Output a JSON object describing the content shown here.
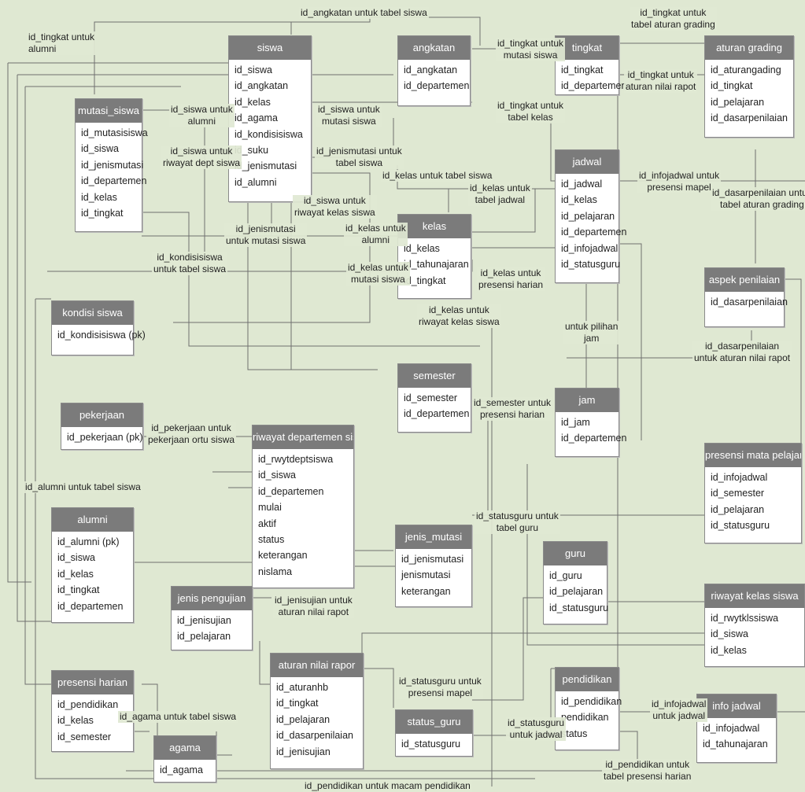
{
  "entities": {
    "siswa": {
      "title": "siswa",
      "fields": [
        "id_siswa",
        "id_angkatan",
        "id_kelas",
        "id_agama",
        "id_kondisisiswa",
        "id_suku",
        "id_jenismutasi",
        "id_alumni"
      ]
    },
    "angkatan": {
      "title": "angkatan",
      "fields": [
        "id_angkatan",
        "id_departemen"
      ]
    },
    "tingkat": {
      "title": "tingkat",
      "fields": [
        "id_tingkat",
        "id_departemen"
      ]
    },
    "aturan_grading": {
      "title": "aturan grading",
      "fields": [
        "id_aturangading",
        "id_tingkat",
        "id_pelajaran",
        "id_dasarpenilaian"
      ]
    },
    "mutasi_siswa": {
      "title": "mutasi_siswa",
      "fields": [
        "id_mutasisiswa",
        "id_siswa",
        "id_jenismutasi",
        "id_departemen",
        "id_kelas",
        "id_tingkat"
      ]
    },
    "jadwal": {
      "title": "jadwal",
      "fields": [
        "id_jadwal",
        "id_kelas",
        "id_pelajaran",
        "id_departemen",
        "id_infojadwal",
        "id_statusguru"
      ]
    },
    "kelas": {
      "title": "kelas",
      "fields": [
        "id_kelas",
        "id_tahunajaran",
        "id_tingkat"
      ]
    },
    "aspek_penilaian": {
      "title": "aspek penilaian",
      "fields": [
        "id_dasarpenilaian"
      ]
    },
    "kondisi_siswa": {
      "title": "kondisi siswa",
      "fields": [
        "id_kondisisiswa (pk)"
      ]
    },
    "semester": {
      "title": "semester",
      "fields": [
        "id_semester",
        "id_departemen"
      ]
    },
    "jam": {
      "title": "jam",
      "fields": [
        "id_jam",
        "id_departemen"
      ]
    },
    "pekerjaan": {
      "title": "pekerjaan",
      "fields": [
        "id_pekerjaan (pk)"
      ]
    },
    "riwayat_departemen_siswa": {
      "title": "riwayat departemen siswa",
      "fields": [
        "id_rwytdeptsiswa",
        "id_siswa",
        "id_departemen",
        "mulai",
        "aktif",
        "status",
        "keterangan",
        "nislama"
      ]
    },
    "presensi_mata_pelajaran": {
      "title": "presensi mata pelajaran",
      "fields": [
        "id_infojadwal",
        "id_semester",
        "id_pelajaran",
        "id_statusguru"
      ]
    },
    "alumni": {
      "title": "alumni",
      "fields": [
        "id_alumni (pk)",
        "id_siswa",
        "id_kelas",
        "id_tingkat",
        "id_departemen"
      ]
    },
    "jenis_mutasi": {
      "title": "jenis_mutasi",
      "fields": [
        "id_jenismutasi",
        "jenismutasi",
        "keterangan"
      ]
    },
    "guru": {
      "title": "guru",
      "fields": [
        "id_guru",
        "id_pelajaran",
        "id_statusguru"
      ]
    },
    "jenis_pengujian": {
      "title": "jenis pengujian",
      "fields": [
        "id_jenisujian",
        "id_pelajaran"
      ]
    },
    "riwayat_kelas_siswa": {
      "title": "riwayat kelas siswa",
      "fields": [
        "id_rwytklssiswa",
        "id_siswa",
        "id_kelas"
      ]
    },
    "aturan_nilai_rapor": {
      "title": "aturan nilai rapor",
      "fields": [
        "id_aturanhb",
        "id_tingkat",
        "id_pelajaran",
        "id_dasarpenilaian",
        "id_jenisujian"
      ]
    },
    "pendidikan": {
      "title": "pendidikan",
      "fields": [
        "id_pendidikan",
        "pendidikan",
        "status"
      ]
    },
    "presensi_harian": {
      "title": "presensi harian",
      "fields": [
        "id_pendidikan",
        "id_kelas",
        "id_semester"
      ]
    },
    "status_guru": {
      "title": "status_guru",
      "fields": [
        "id_statusguru"
      ]
    },
    "info_jadwal": {
      "title": "info jadwal",
      "fields": [
        "id_infojadwal",
        "id_tahunajaran"
      ]
    },
    "agama": {
      "title": "agama",
      "fields": [
        "id_agama"
      ]
    }
  },
  "relations": {
    "r01": "id_angkatan untuk tabel siswa",
    "r02": "id_tingkat untuk\nalumni",
    "r03": "id_tingkat untuk\nmutasi siswa",
    "r04": "id_tingkat untuk\ntabel aturan grading",
    "r05": "id_tingkat untuk\naturan nilai rapot",
    "r06": "id_siswa untuk\nalumni",
    "r07": "id_siswa untuk\nmutasi siswa",
    "r08": "id_tingkat untuk\ntabel kelas",
    "r09": "id_siswa untuk\nriwayat dept siswa",
    "r10": "id_jenismutasi untuk\ntabel siswa",
    "r11": "id_kelas untuk tabel siswa",
    "r12": "id_infojadwal untuk\npresensi mapel",
    "r13": "id_kelas untuk\ntabel jadwal",
    "r14": "id_dasarpenilaian untuk\ntabel aturan grading",
    "r15": "id_siswa untuk\nriwayat kelas siswa",
    "r16": "id_jenismutasi\nuntuk mutasi siswa",
    "r17": "id_kelas untuk\nalumni",
    "r18": "id_kondisisiswa\nuntuk tabel siswa",
    "r19": "id_kelas untuk\nmutasi siswa",
    "r20": "id_kelas untuk\npresensi harian",
    "r21": "id_kelas untuk\nriwayat kelas siswa",
    "r22": "untuk pilihan\njam",
    "r23": "id_dasarpenilaian\nuntuk aturan nilai rapot",
    "r24": "id_semester untuk\npresensi harian",
    "r25": "id_pekerjaan untuk\npekerjaan ortu siswa",
    "r26": "id_alumni untuk tabel siswa",
    "r27": "id_statusguru untuk\ntabel guru",
    "r28": "id_jenisujian untuk\naturan nilai rapot",
    "r29": "id_statusguru untuk\npresensi mapel",
    "r30": "id_agama untuk tabel siswa",
    "r31": "id_statusguru\nuntuk jadwal",
    "r32": "id_infojadwal\nuntuk jadwal",
    "r33": "id_pendidikan untuk\ntabel presensi harian",
    "r34": "id_pendidikan untuk macam pendidikan"
  }
}
